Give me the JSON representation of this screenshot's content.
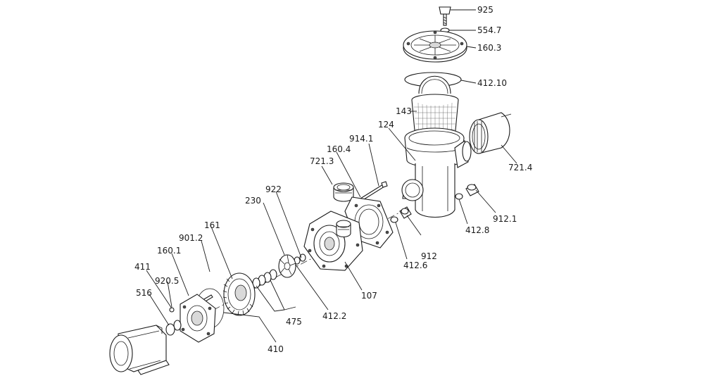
{
  "diagram": {
    "labels": {
      "p925": "925",
      "p554_7": "554.7",
      "p160_3": "160.3",
      "p412_10": "412.10",
      "p143": "143",
      "p124": "124",
      "p914_1": "914.1",
      "p160_4": "160.4",
      "p721_3": "721.3",
      "p721_4": "721.4",
      "p922": "922",
      "p230": "230",
      "p161": "161",
      "p901_2": "901.2",
      "p160_1": "160.1",
      "p411": "411",
      "p920_5": "920.5",
      "p516": "516",
      "p912_1": "912.1",
      "p412_8": "412.8",
      "p912": "912",
      "p412_6": "412.6",
      "p107": "107",
      "p412_2": "412.2",
      "p475": "475",
      "p410": "410"
    }
  }
}
